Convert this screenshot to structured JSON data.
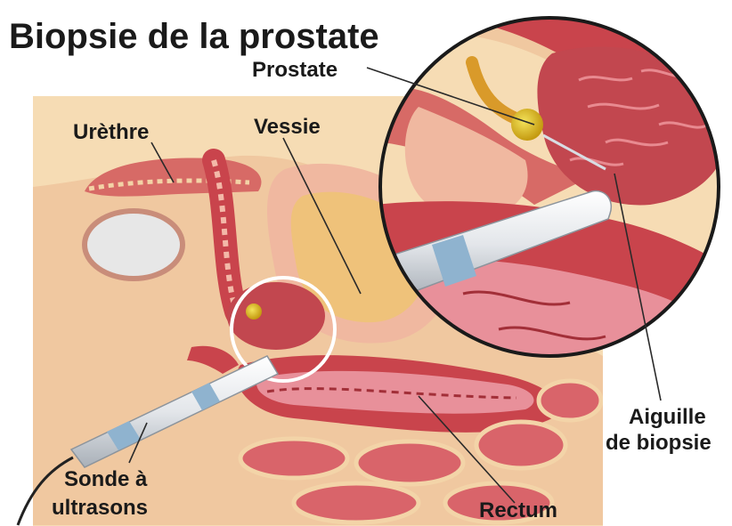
{
  "title": "Biopsie de la prostate",
  "labels": {
    "prostate": "Prostate",
    "urethre": "Urèthre",
    "vessie": "Vessie",
    "aiguille_line1": "Aiguille",
    "aiguille_line2": "de biopsie",
    "sonde_line1": "Sonde à",
    "sonde_line2": "ultrasons",
    "rectum": "Rectum"
  },
  "colors": {
    "skin": "#f3d4a8",
    "tissue_red": "#c9444c",
    "tissue_pink": "#e8909a",
    "bladder": "#efc27a",
    "prostate_gland": "#b8323a",
    "probe": "#e6e9ee",
    "probe_band": "#8fb3cf",
    "leader": "#2a2a2a"
  }
}
